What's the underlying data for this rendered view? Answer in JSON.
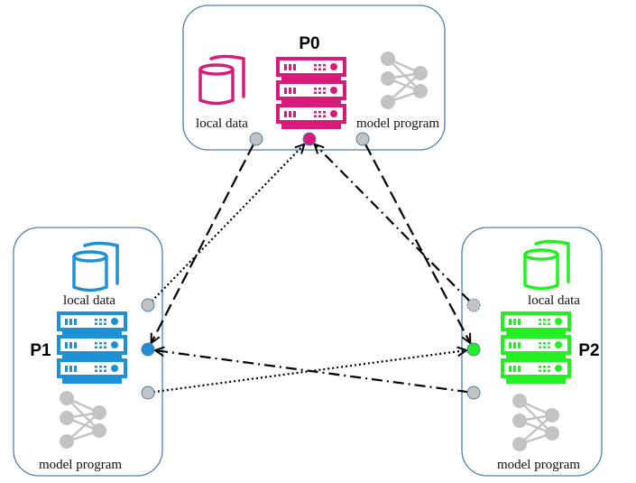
{
  "diagram": {
    "type": "network",
    "parties": [
      {
        "id": "P0",
        "label": "P0",
        "color": "#d81b7a",
        "components": {
          "data_label": "local data",
          "model_label": "model program"
        }
      },
      {
        "id": "P1",
        "label": "P1",
        "color": "#1e90d6",
        "components": {
          "data_label": "local data",
          "model_label": "model program"
        }
      },
      {
        "id": "P2",
        "label": "P2",
        "color": "#22f022",
        "components": {
          "data_label": "local data",
          "model_label": "model program"
        }
      }
    ],
    "colors": {
      "box_border": "#4f7fae",
      "port_gray": "#c3c3c3",
      "port_border": "#4f7fae",
      "model_gray": "#c3c3c3",
      "edge": "#000000"
    },
    "edges": [
      {
        "from": "P0.port_data",
        "to": "P1.port_server",
        "style": "dashed",
        "arrow": "end"
      },
      {
        "from": "P1.port_data",
        "to": "P0.port_server",
        "style": "dotted",
        "arrow": "end"
      },
      {
        "from": "P0.port_model",
        "to": "P2.port_server",
        "style": "dashed",
        "arrow": "end"
      },
      {
        "from": "P2.port_data",
        "to": "P0.port_server",
        "style": "dash-dot",
        "arrow": "end"
      },
      {
        "from": "P1.port_model",
        "to": "P2.port_server",
        "style": "dotted",
        "arrow": "end"
      },
      {
        "from": "P2.port_model",
        "to": "P1.port_server",
        "style": "dash-dot",
        "arrow": "end"
      }
    ]
  }
}
